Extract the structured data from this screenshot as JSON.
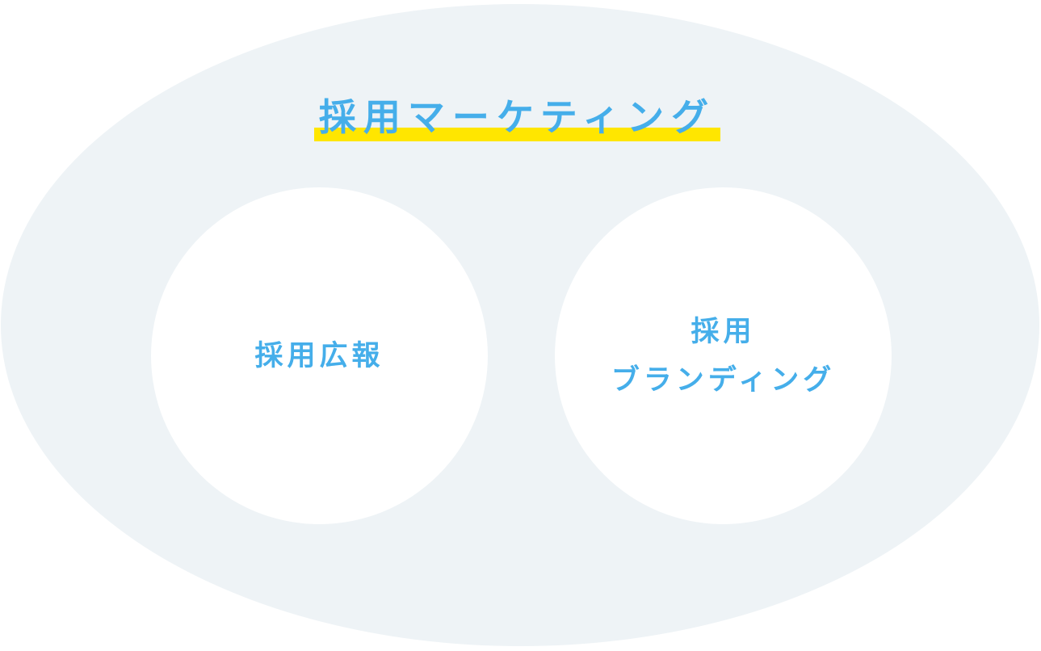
{
  "diagram": {
    "title": "採用マーケティング",
    "outer": {
      "label": "採用マーケティング",
      "shape": "ellipse"
    },
    "circles": [
      {
        "lines": [
          "採用広報"
        ]
      },
      {
        "lines": [
          "採用",
          "ブランディング"
        ]
      }
    ]
  },
  "colors": {
    "text_accent": "#45aeea",
    "highlight": "#ffe600",
    "outer_fill": "#eef3f6",
    "inner_fill": "#ffffff"
  }
}
